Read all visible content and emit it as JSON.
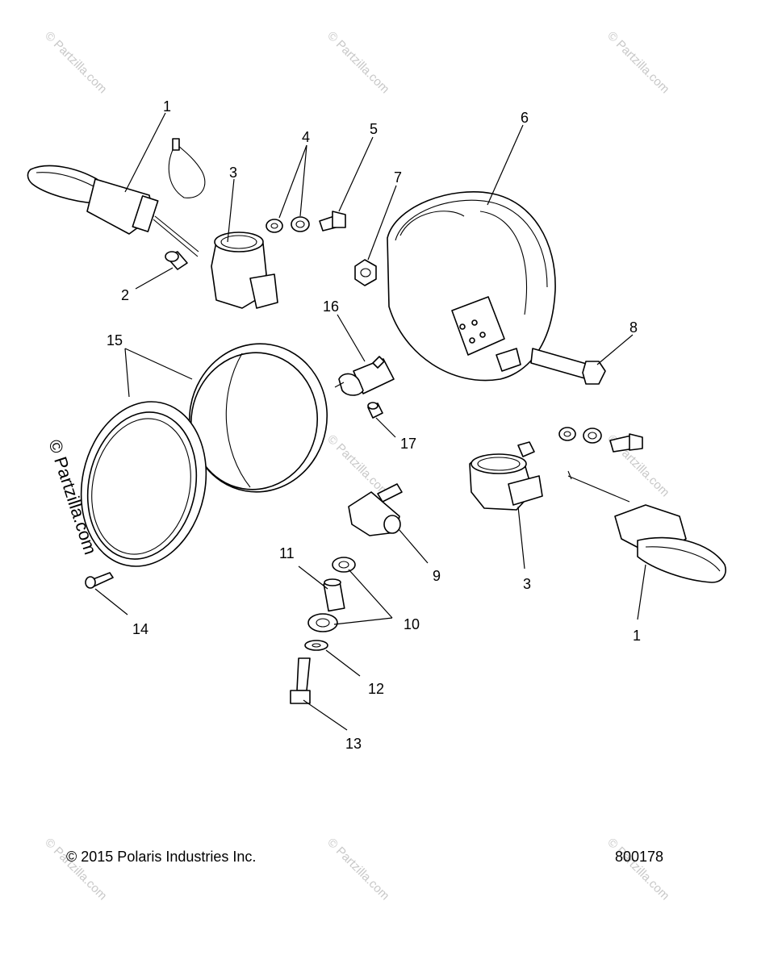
{
  "diagram": {
    "callouts": [
      "1",
      "2",
      "3",
      "4",
      "5",
      "6",
      "7",
      "8",
      "15",
      "16",
      "17",
      "9",
      "11",
      "10",
      "3",
      "1",
      "14",
      "12",
      "13"
    ],
    "watermark": "© Partzilla.com",
    "side_watermark": "© Partzilla.com"
  },
  "footer": {
    "copyright": "© 2015 Polaris Industries Inc.",
    "figure_number": "800178"
  }
}
